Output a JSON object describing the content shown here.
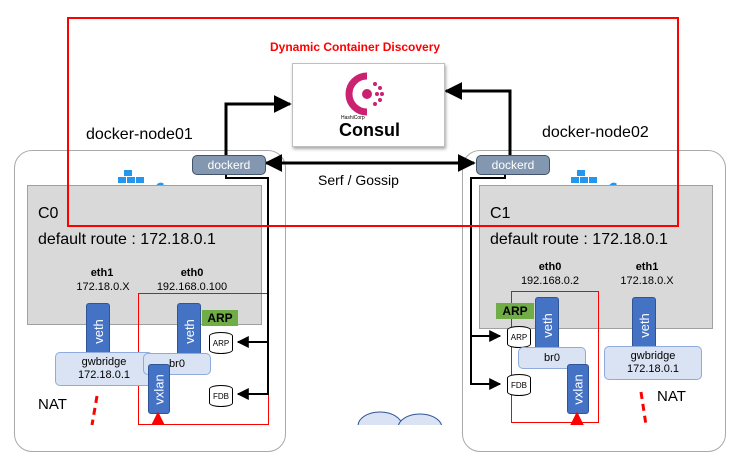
{
  "title": "Dynamic Container Discovery",
  "consul": {
    "brand": "HashiCorp",
    "name": "Consul"
  },
  "center_label": "Serf / Gossip",
  "dockerd_label": "dockerd",
  "left": {
    "node_name": "docker-node01",
    "container": "C0",
    "route": "default route : 172.18.0.1",
    "eth1": {
      "name": "eth1",
      "ip": "172.18.0.X"
    },
    "eth0": {
      "name": "eth0",
      "ip": "192.168.0.100"
    },
    "gwbridge": {
      "name": "gwbridge",
      "ip": "172.18.0.1"
    },
    "nat": "NAT"
  },
  "right": {
    "node_name": "docker-node02",
    "container": "C1",
    "route": "default route : 172.18.0.1",
    "eth1": {
      "name": "eth1",
      "ip": "172.18.0.X"
    },
    "eth0": {
      "name": "eth0",
      "ip": "192.168.0.2"
    },
    "gwbridge": {
      "name": "gwbridge",
      "ip": "172.18.0.1"
    },
    "nat": "NAT"
  },
  "labels": {
    "veth": "veth",
    "vxlan": "vxlan",
    "br0": "br0",
    "arp": "ARP",
    "fdb": "FDB"
  },
  "colors": {
    "red": "#ff0000",
    "veth": "#4472c4",
    "arp_tag": "#70ad47",
    "container": "#d9d9d9",
    "consul": "#ca2171"
  }
}
